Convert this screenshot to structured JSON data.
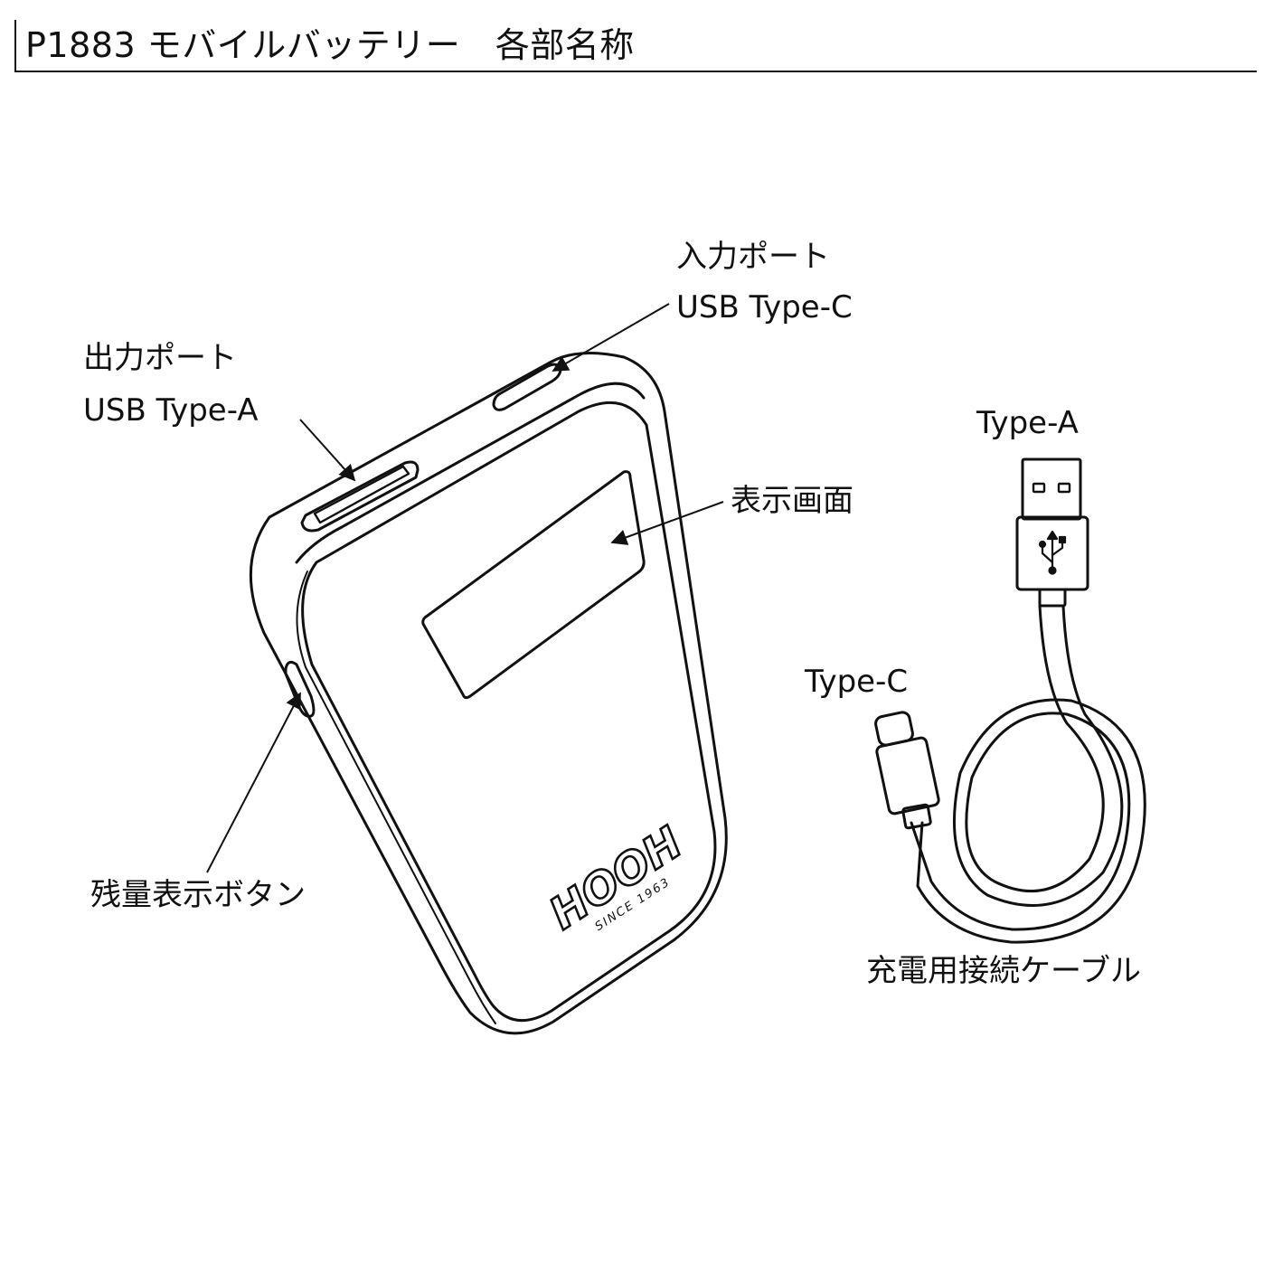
{
  "title": "P1883 モバイルバッテリー　各部名称",
  "labels": {
    "output_port_name": "出力ポート",
    "output_port_type": "USB Type-A",
    "input_port_name": "入力ポート",
    "input_port_type": "USB Type-C",
    "display_screen": "表示画面",
    "battery_level_button": "残量表示ボタン",
    "cable_type_a": "Type-A",
    "cable_type_c": "Type-C",
    "charging_cable": "充電用接続ケーブル"
  },
  "logo": {
    "brand": "HOOH",
    "tagline": "SINCE 1963"
  },
  "colors": {
    "line": "#111111",
    "background": "#ffffff"
  }
}
